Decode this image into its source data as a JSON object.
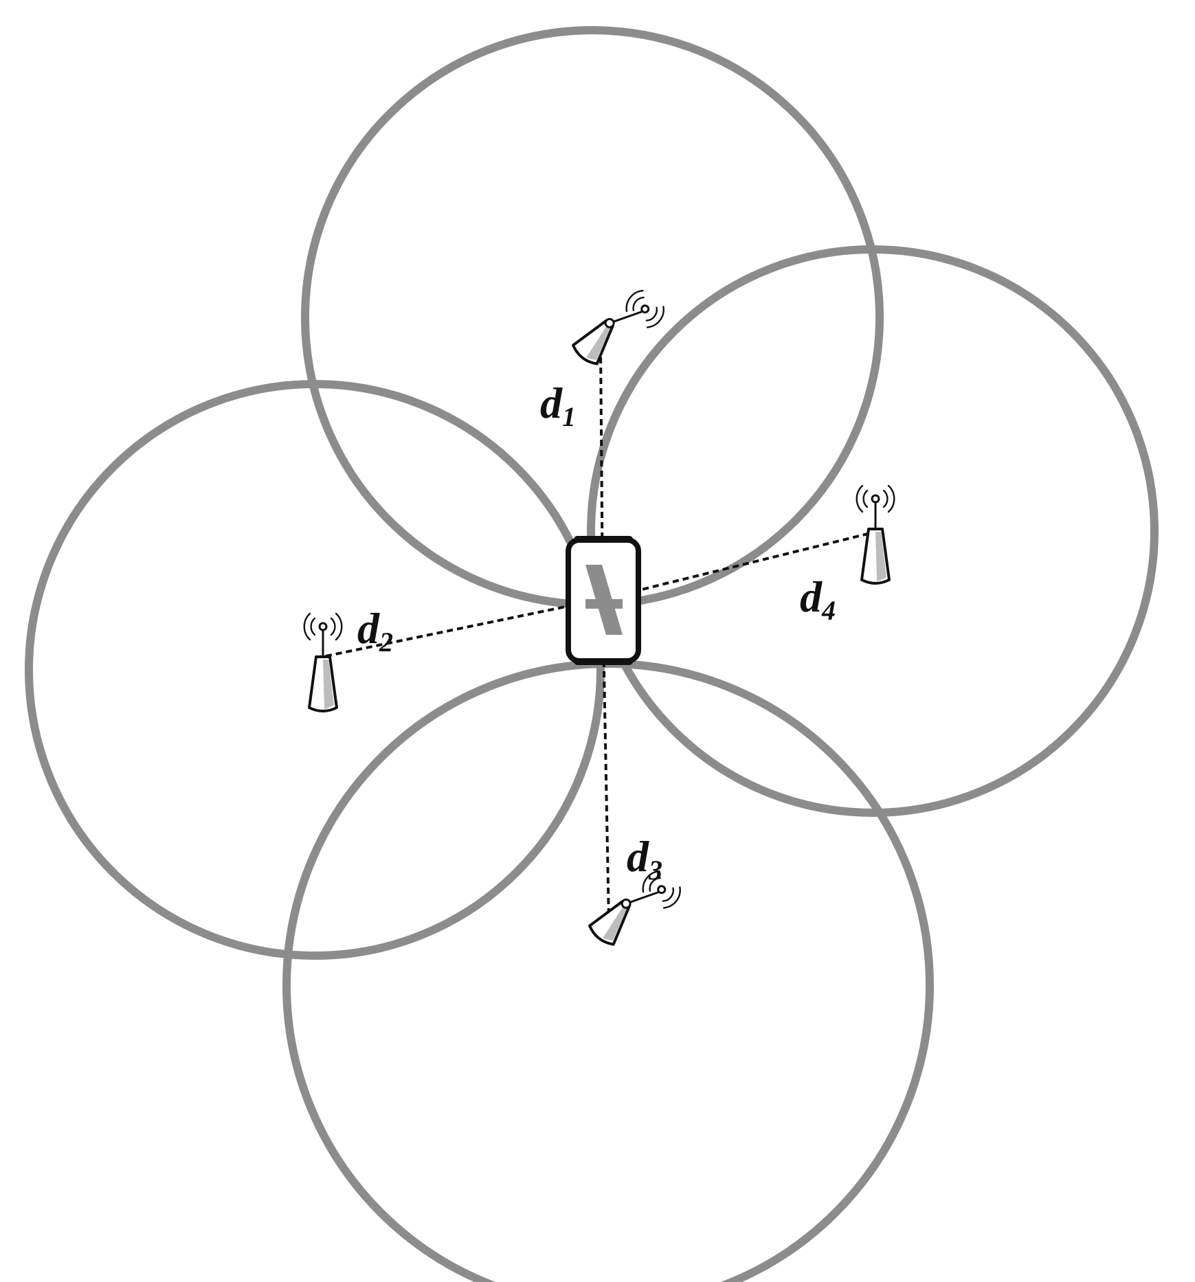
{
  "distances": [
    {
      "id": "d1",
      "main": "d",
      "sub": "1"
    },
    {
      "id": "d2",
      "main": "d",
      "sub": "2"
    },
    {
      "id": "d3",
      "main": "d",
      "sub": "3"
    },
    {
      "id": "d4",
      "main": "d",
      "sub": "4"
    }
  ],
  "access_points": [
    {
      "name": "access-point-1",
      "icon": "wireless-antenna-icon",
      "linked_distance": "d1"
    },
    {
      "name": "access-point-2",
      "icon": "wireless-antenna-icon",
      "linked_distance": "d2"
    },
    {
      "name": "access-point-3",
      "icon": "wireless-antenna-icon",
      "linked_distance": "d3"
    },
    {
      "name": "access-point-4",
      "icon": "wireless-antenna-icon",
      "linked_distance": "d4"
    }
  ],
  "mobile_device": {
    "icon": "smartphone-icon"
  },
  "colors": {
    "circle_stroke": "#8c8c8c",
    "line": "#111111",
    "background": "#ffffff"
  }
}
